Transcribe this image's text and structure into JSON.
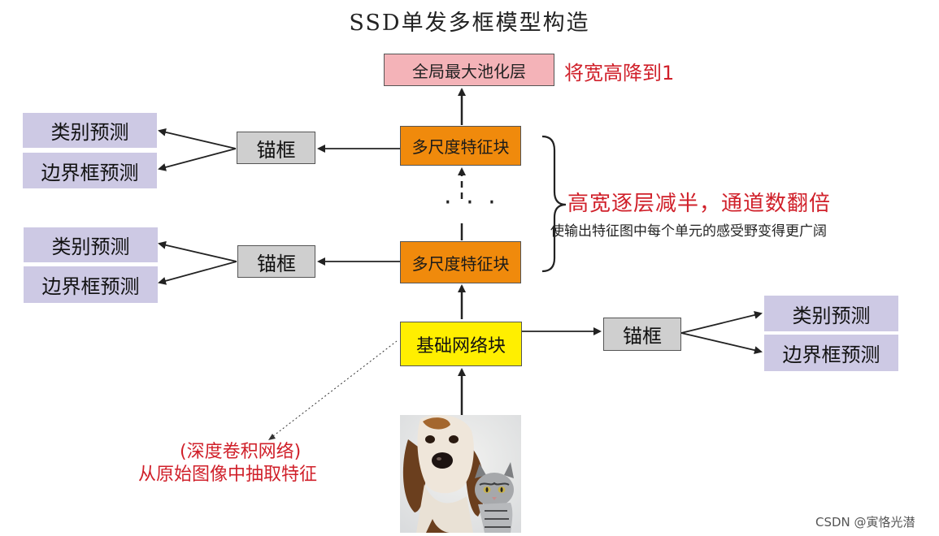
{
  "title": "SSD单发多框模型构造",
  "pool": {
    "label": "全局最大池化层",
    "note": "将宽高降到1"
  },
  "multiscale_block": "多尺度特征块",
  "ellipsis": "⋮",
  "anchor": "锚框",
  "class_pred": "类别预测",
  "bbox_pred": "边界框预测",
  "base_block": "基础网络块",
  "brace_note": {
    "main": "高宽逐层减半，通道数翻倍",
    "sub": "使输出特征图中每个单元的感受野变得更广阔"
  },
  "base_note": {
    "line1": "(深度卷积网络)",
    "line2": "从原始图像中抽取特征"
  },
  "watermark": "CSDN @寅恪光潜",
  "colors": {
    "pool": "#f4b3b8",
    "multiscale": "#f08a0c",
    "anchor": "#cfcfcf",
    "prediction": "#cdc9e4",
    "base": "#ffef00",
    "note_red": "#d0202a"
  }
}
